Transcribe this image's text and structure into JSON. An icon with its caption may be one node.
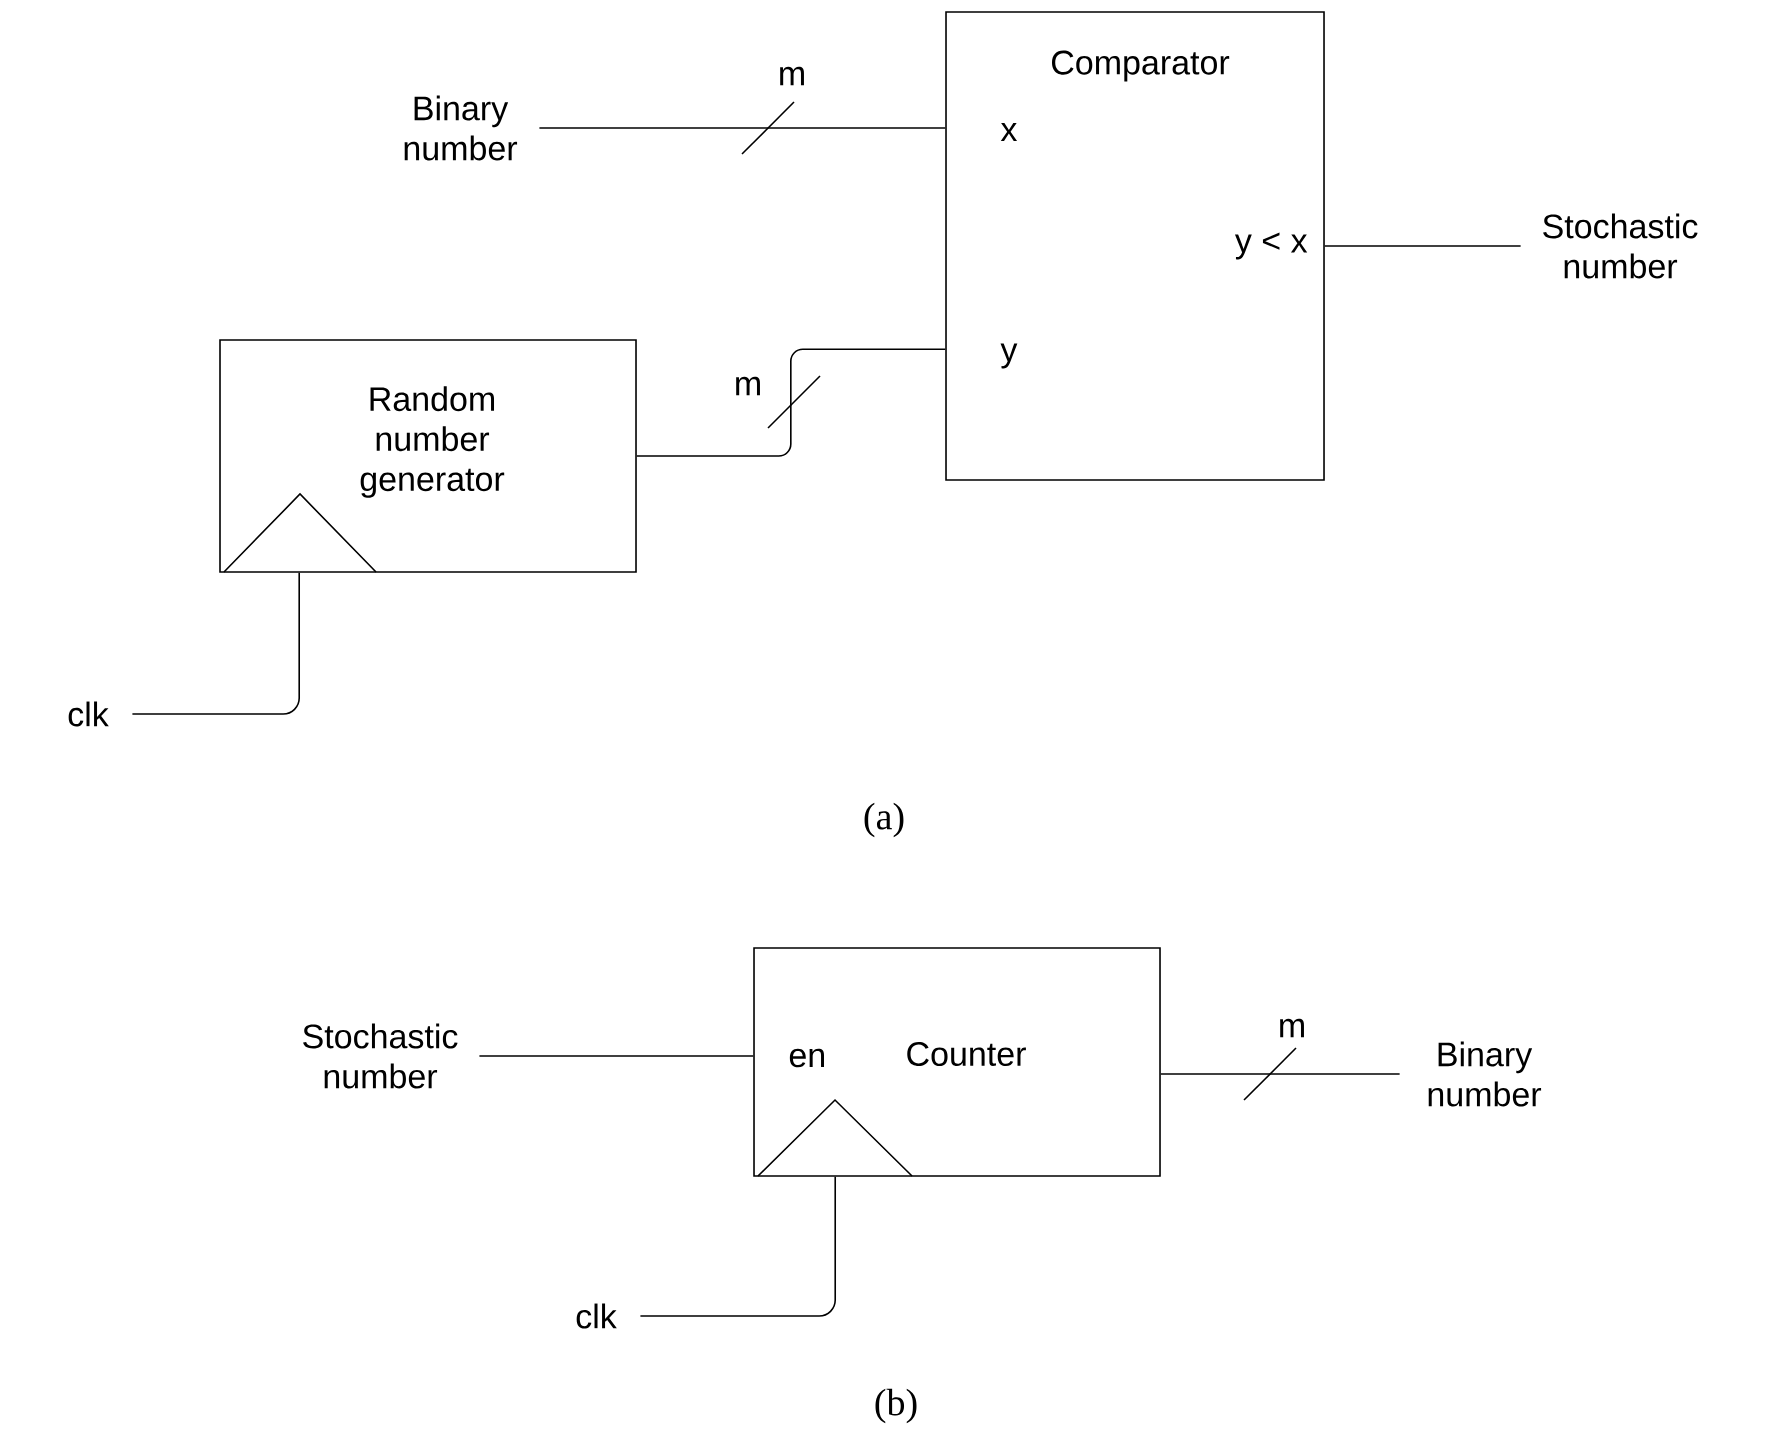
{
  "diagram": {
    "nodes": [
      {
        "text": [
          "Binary number"
        ]
      },
      {
        "text": [
          "Comparator",
          "x",
          "y",
          "y < x"
        ]
      },
      {
        "text": [
          "Stochastic number"
        ]
      },
      {
        "text": [
          "Random number generator"
        ]
      },
      {
        "text": [
          "clk"
        ]
      },
      {
        "text": [
          "Stochastic number"
        ]
      },
      {
        "text": [
          "en",
          "Counter"
        ]
      },
      {
        "text": [
          "Binary number"
        ]
      },
      {
        "text": [
          "clk"
        ]
      }
    ],
    "edges": [
      {
        "from": 0,
        "to": 1,
        "arrow": "none",
        "label": "m"
      },
      {
        "from": 3,
        "to": 1,
        "arrow": "none",
        "label": "m"
      },
      {
        "from": 1,
        "to": 2,
        "arrow": "none"
      },
      {
        "from": 4,
        "to": 3,
        "arrow": "none"
      },
      {
        "from": 5,
        "to": 6,
        "arrow": "none"
      },
      {
        "from": 6,
        "to": 7,
        "arrow": "none",
        "label": "m"
      },
      {
        "from": 8,
        "to": 6,
        "arrow": "none"
      }
    ],
    "labels": [
      "(a)",
      "(b)"
    ]
  }
}
